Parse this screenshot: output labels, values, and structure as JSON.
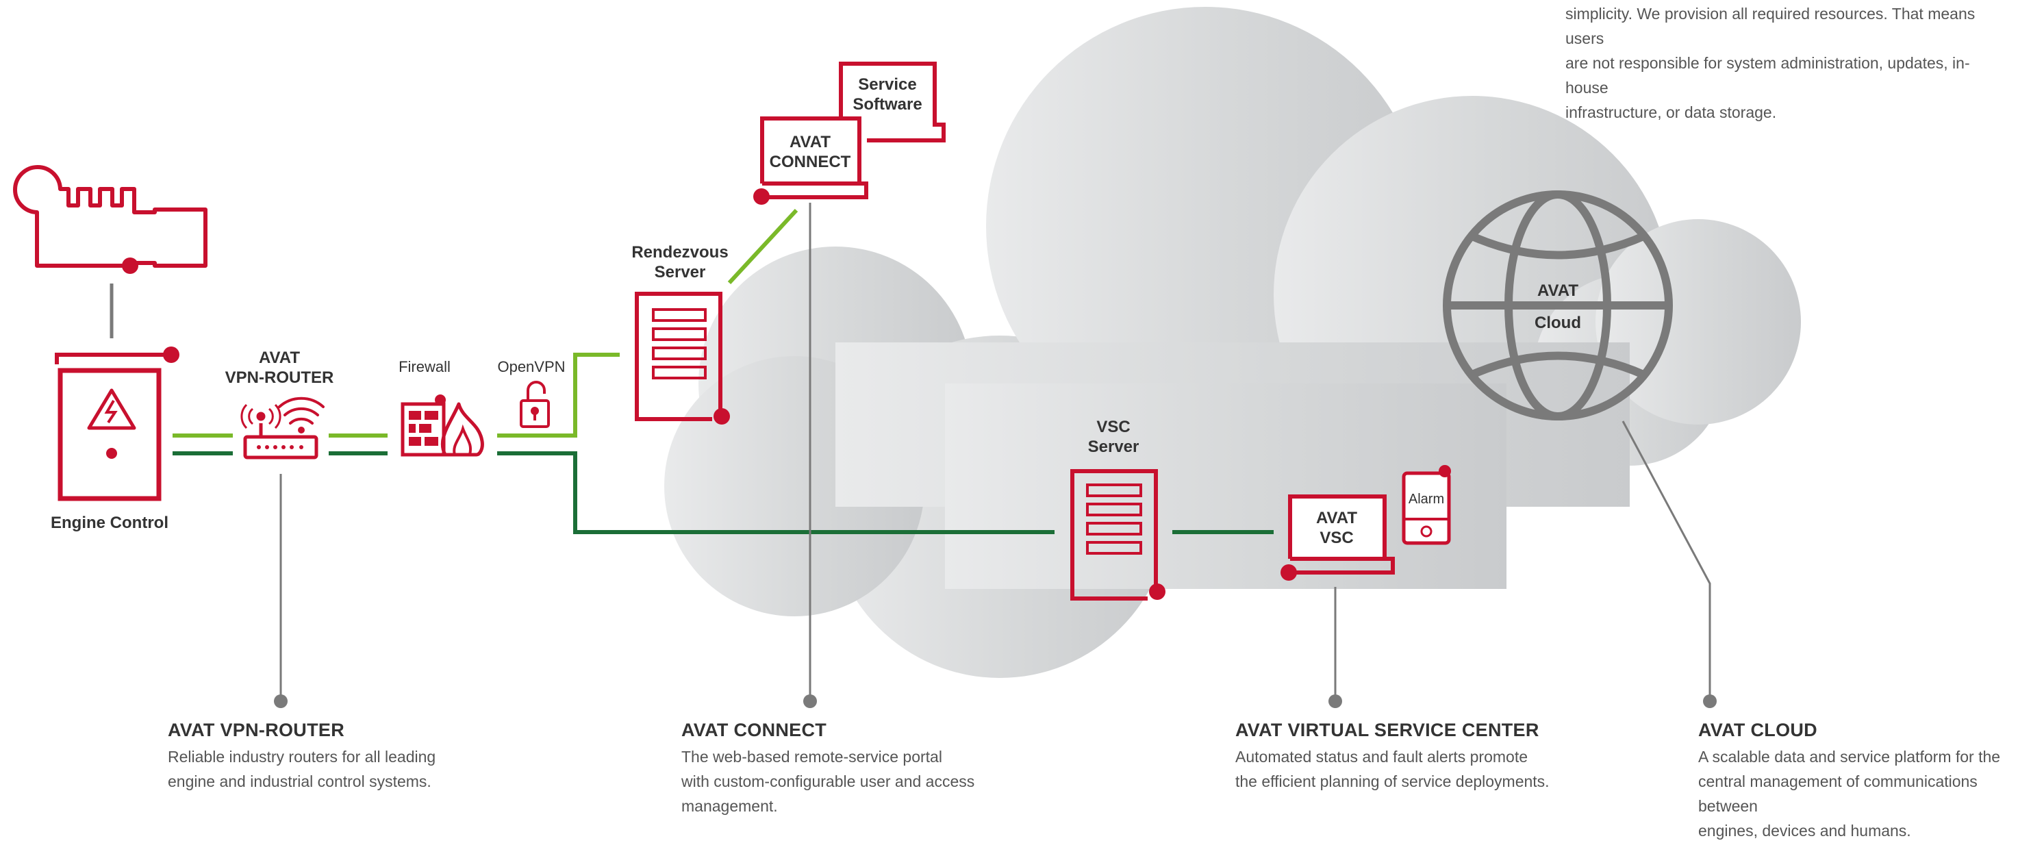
{
  "intro_text": {
    "line_1": "simplicity. We provision all required resources. That means users",
    "line_2": "are not responsible for system administration, updates, in-house",
    "line_3": "infrastructure, or data storage."
  },
  "labels": {
    "engine_control": "Engine Control",
    "vpn_router_1": "AVAT",
    "vpn_router_2": "VPN-ROUTER",
    "firewall": "Firewall",
    "openvpn": "OpenVPN",
    "rendezvous_1": "Rendezvous",
    "rendezvous_2": "Server",
    "avat_connect_1": "AVAT",
    "avat_connect_2": "CONNECT",
    "service_software_1": "Service",
    "service_software_2": "Software",
    "vsc_server_1": "VSC",
    "vsc_server_2": "Server",
    "avat_vsc_1": "AVAT",
    "avat_vsc_2": "VSC",
    "alarm": "Alarm",
    "avat_cloud_1": "AVAT",
    "avat_cloud_2": "Cloud"
  },
  "captions": {
    "vpn_router": {
      "title": "AVAT VPN-ROUTER",
      "line_1": "Reliable industry routers for all leading",
      "line_2": "engine and industrial control systems."
    },
    "connect": {
      "title": "AVAT CONNECT",
      "line_1": "The web-based remote-service portal",
      "line_2": "with custom-configurable user and access",
      "line_3": "management."
    },
    "vsc": {
      "title": "AVAT VIRTUAL SERVICE CENTER",
      "line_1": "Automated status and fault alerts promote",
      "line_2": "the efficient planning of service deployments."
    },
    "cloud": {
      "title": "AVAT CLOUD",
      "line_1": "A scalable data and service platform for the",
      "line_2": "central management of communications between",
      "line_3": "engines, devices and humans."
    }
  },
  "colors": {
    "brand_red": "#c8102e",
    "light_green": "#7ab929",
    "dark_green": "#1b6e37",
    "cloud_gray": "#d2d4d6",
    "globe_gray": "#7a7a7a",
    "text": "#333333"
  },
  "icons": [
    "engine-icon",
    "control-cabinet-icon",
    "router-icon",
    "wifi-icon",
    "firewall-icon",
    "fire-icon",
    "padlock-icon",
    "server-icon",
    "laptop-icon",
    "phone-icon",
    "globe-icon"
  ]
}
